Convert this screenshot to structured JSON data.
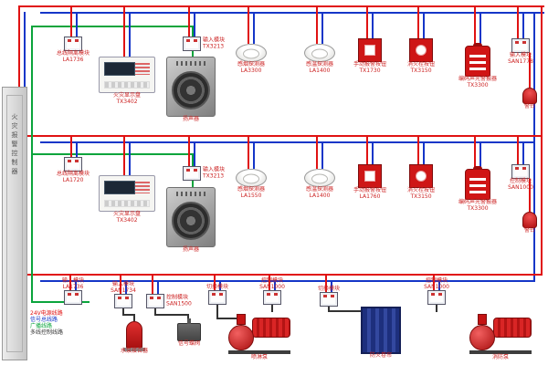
{
  "colors": {
    "power_line": "#e01212",
    "signal_line": "#1536c8",
    "broadcast_line": "#0aa43c",
    "control_line": "#333333",
    "device_red": "#ce1616",
    "shutter_blue": "#1d2f7d"
  },
  "cabinet": {
    "label": "火灾报警控制器"
  },
  "legend": {
    "items": [
      {
        "label": "24V电源线路",
        "color": "#e01212"
      },
      {
        "label": "信号总线路",
        "color": "#1536c8"
      },
      {
        "label": "广播线路",
        "color": "#0aa43c"
      },
      {
        "label": "多线控制线路",
        "color": "#333333"
      }
    ]
  },
  "devices": [
    {
      "label": "总线隔离模块",
      "model": "LA1736"
    },
    {
      "label": "火灾显示盘",
      "model": "TX3402"
    },
    {
      "label": "输入模块",
      "model": "TX3213"
    },
    {
      "label": "扬声器",
      "model": ""
    },
    {
      "label": "感烟探测器",
      "model": "LA3300"
    },
    {
      "label": "感温探测器",
      "model": "LA1400"
    },
    {
      "label": "手动报警按钮",
      "model": "TX1730"
    },
    {
      "label": "消火栓按钮",
      "model": "TX3150"
    },
    {
      "label": "编码声光警报器",
      "model": "TX3300"
    },
    {
      "label": "输入模块",
      "model": "SAN1778"
    },
    {
      "label": "警铃",
      "model": ""
    },
    {
      "label": "总线隔离模块",
      "model": "LA1720"
    },
    {
      "label": "火灾显示盘",
      "model": "TX3402"
    },
    {
      "label": "输入模块",
      "model": "TX3213"
    },
    {
      "label": "扬声器",
      "model": ""
    },
    {
      "label": "感烟探测器",
      "model": "LA1550"
    },
    {
      "label": "感温探测器",
      "model": "LA1400"
    },
    {
      "label": "手动报警按钮",
      "model": "LA1760"
    },
    {
      "label": "消火栓按钮",
      "model": "TX3150"
    },
    {
      "label": "编码声光警报器",
      "model": "TX3300"
    },
    {
      "label": "控制模块",
      "model": "SAN1000"
    },
    {
      "label": "警铃",
      "model": ""
    },
    {
      "label": "输入模块",
      "model": "LA1736"
    },
    {
      "label": "输入模块",
      "model": "SAN1734"
    },
    {
      "label": "控制模块",
      "model": "SAN1500"
    },
    {
      "label": "水泵接合器",
      "model": ""
    },
    {
      "label": "切换模块",
      "model": ""
    },
    {
      "label": "控制模块",
      "model": "SAN1000"
    },
    {
      "label": "喷淋泵",
      "model": ""
    },
    {
      "label": "切换模块",
      "model": ""
    },
    {
      "label": "防火卷帘",
      "model": ""
    },
    {
      "label": "控制模块",
      "model": "SAN1000"
    },
    {
      "label": "消防泵",
      "model": ""
    },
    {
      "label": "信号蝶阀",
      "model": ""
    }
  ]
}
